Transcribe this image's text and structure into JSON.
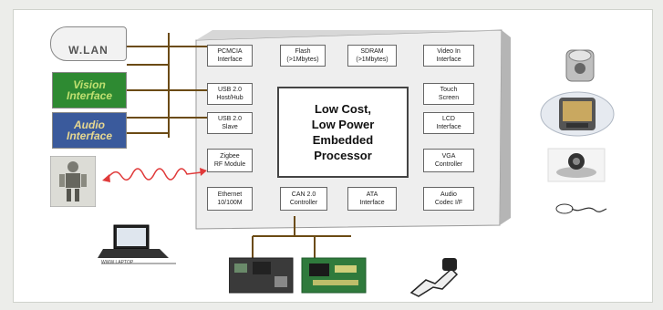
{
  "peripherals": {
    "wlan": "W.LAN",
    "vision": [
      "Vision",
      "Interface"
    ],
    "audio": [
      "Audio",
      "Interface"
    ],
    "laptop_caption": "WWW LAPTOP"
  },
  "processor": {
    "core_lines": [
      "Low Cost,",
      "Low Power",
      "Embedded",
      "Processor"
    ],
    "blocks": {
      "pcmcia": [
        "PCMCIA",
        "Interface"
      ],
      "flash": [
        "Flash",
        "(>1Mbytes)"
      ],
      "sdram": [
        "SDRAM",
        "(>1Mbytes)"
      ],
      "video_in": [
        "Video In",
        "Interface"
      ],
      "usb_host": [
        "USB 2.0",
        "Host/Hub"
      ],
      "touch": [
        "Touch",
        "Screen"
      ],
      "usb_slave": [
        "USB 2.0",
        "Slave"
      ],
      "lcd": [
        "LCD",
        "Interface"
      ],
      "zigbee": [
        "Zigbee",
        "RF Module"
      ],
      "vga": [
        "VGA",
        "Controller"
      ],
      "ethernet": [
        "Ethernet",
        "10/100M"
      ],
      "can": [
        "CAN 2.0",
        "Controller"
      ],
      "ata": [
        "ATA",
        "Interface"
      ],
      "audio_codec": [
        "Audio",
        "Codec I/F"
      ]
    }
  },
  "colors": {
    "board_face": "#eeeeee",
    "board_top": "#d7d7d7",
    "board_side": "#b5b5b5",
    "bus": "#6b4b14",
    "rf_wave": "#e03a3a",
    "vision_bg": "#2e8a32",
    "audio_bg": "#3a5a9c",
    "pcb": "#2f7a3c"
  },
  "icons": [
    "camera-icon",
    "pda-icon",
    "webcam-icon",
    "mouse-icon",
    "robot-icon",
    "laptop-icon",
    "pcb-board-icon",
    "sensor-hand-icon"
  ]
}
